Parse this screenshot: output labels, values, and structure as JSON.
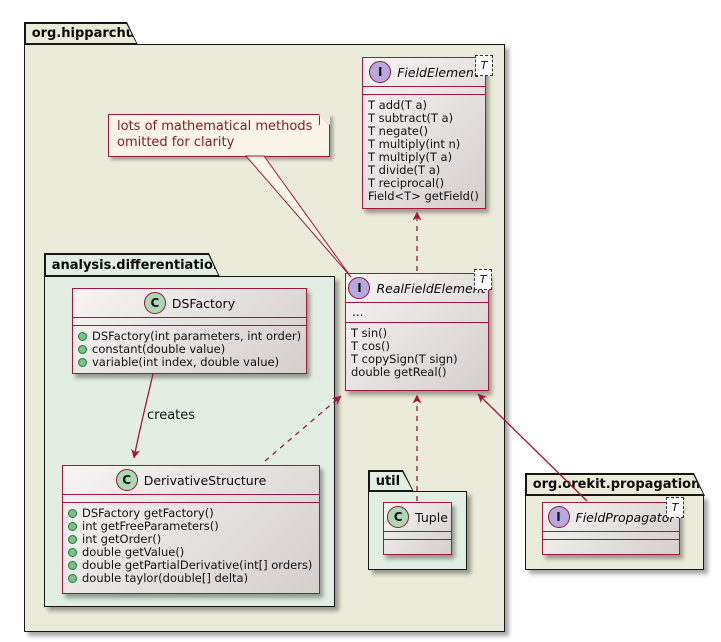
{
  "packages": {
    "hipparchus": {
      "label": "org.hipparchus"
    },
    "differentiation": {
      "label": "analysis.differentiation"
    },
    "util": {
      "label": "util"
    },
    "orekit": {
      "label": "org.orekit.propagation"
    }
  },
  "note": {
    "line1": "lots of mathematical methods",
    "line2": "omitted for clarity"
  },
  "classes": {
    "fieldElement": {
      "stereotype": "I",
      "name": "FieldElement",
      "generic": "T",
      "methods": [
        "T add(T a)",
        "T subtract(T a)",
        "T negate()",
        "T multiply(int n)",
        "T multiply(T a)",
        "T divide(T a)",
        "T reciprocal()",
        "Field<T> getField()"
      ]
    },
    "realFieldElement": {
      "stereotype": "I",
      "name": "RealFieldElement",
      "generic": "T",
      "ellipsis": "...",
      "methods": [
        "T sin()",
        "T cos()",
        "T copySign(T sign)",
        "double getReal()"
      ]
    },
    "dsFactory": {
      "stereotype": "C",
      "name": "DSFactory",
      "methods": [
        "DSFactory(int parameters, int order)",
        "constant(double value)",
        "variable(int index, double value)"
      ]
    },
    "derivativeStructure": {
      "stereotype": "C",
      "name": "DerivativeStructure",
      "methods": [
        "DSFactory getFactory()",
        "int getFreeParameters()",
        "int getOrder()",
        "double getValue()",
        "double getPartialDerivative(int[] orders)",
        "double taylor(double[] delta)"
      ]
    },
    "tuple": {
      "stereotype": "C",
      "name": "Tuple"
    },
    "fieldPropagator": {
      "stereotype": "I",
      "name": "FieldPropagator",
      "generic": "T"
    }
  },
  "edges": {
    "creates_label": "creates"
  },
  "colors": {
    "border_maroon": "#A2173B",
    "package_beige": "#EBEBDA",
    "package_green": "#E1EEE1",
    "interface_circle": "#B7A8DF",
    "class_circle": "#AED8B4",
    "note_background": "#FBF5E7",
    "note_text": "#7D1F24",
    "public_dot": "#84BE84"
  }
}
